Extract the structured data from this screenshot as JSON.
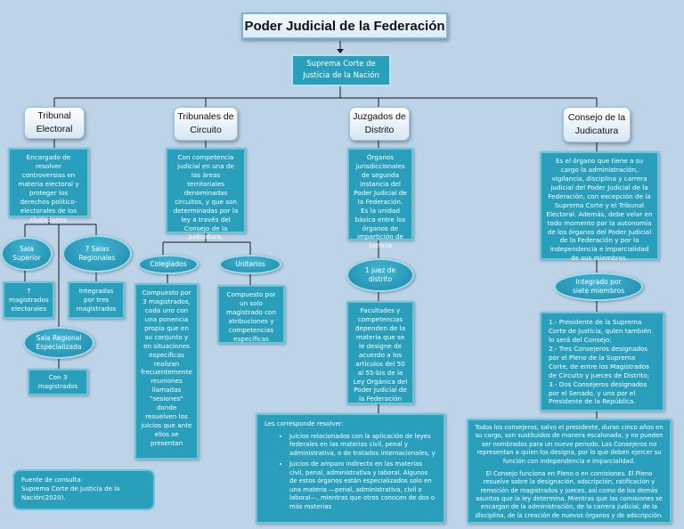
{
  "title": "Poder Judicial de la Federación",
  "suprema": "Suprema Corte de Justicia de la Nación",
  "branches": {
    "tribunal_electoral": {
      "header": "Tribunal Electoral",
      "desc": "Encargado de resolver controversias en materia electoral y proteger los derechos político-electorales de los ciudadanos",
      "sala_superior": "Sala Superior",
      "sala_superior_desc": "7 magistrados electorales",
      "salas_regionales": "7 Salas Regionales",
      "salas_regionales_desc": "Integradas por tres magistrados",
      "sala_especializada": "Sala Regional Especializada",
      "sala_especializada_desc": "Con 3 magistrados"
    },
    "tribunales_circuito": {
      "header": "Tribunales de Circuito",
      "desc": "Con competencia judicial en una de las áreas territoriales denominadas circuitos, y que son determinadas por la ley a través del Consejo de la Judicatura.",
      "colegiados": "Colegiados",
      "colegiados_desc": "Compuesto por 3 magistrados, cada uno con una ponencia propia que en su conjunto y en situaciones específicas realizan frecuentemente reuniones llamadas \"sesiones\" donde resuelven los juicios que ante ellos se presentan",
      "unitarios": "Unitarios",
      "unitarios_desc": "Compuesto por un solo magistrado con atribuciones y competencias específicas"
    },
    "juzgados_distrito": {
      "header": "Juzgados de Distrito",
      "desc": "Órganos jurisdiccionales de segunda instancia del Poder Judicial de la Federación. Es la unidad básica entre los órganos de impartición de justicia",
      "juez": "1 juez de distrito",
      "juez_desc": "Facultades y competencias dependen de la materia que se le designe de acuerdo a los artículos del 50 al 55-bis de la Ley Orgánica del Poder Judicial de la Federación",
      "corresponde_intro": "Les corresponde resolver:",
      "corresponde_items": [
        "Juicios relacionados con la aplicación de leyes federales en las materias civil, penal y administrativa, o de tratados internacionales, y",
        "Juicios de amparo indirecto en las materias civil, penal, administrativa y laboral. Algunos de estos órganos están especializados solo en una materia —penal, administrativa, civil o laboral—, mientras que otros conocen de dos o más materias"
      ]
    },
    "consejo": {
      "header": "Consejo de la Judicatura",
      "desc": "Es el órgano que tiene a su cargo la administración, vigilancia, disciplina y carrera judicial del Poder Judicial de la Federación, con excepción de la Suprema Corte y el Tribunal Electoral. Además, debe velar en todo momento por la autonomía de los órganos del Poder Judicial de la Federación y por la independencia e imparcialidad de sus miembros.",
      "integrado": "Integrado por siete miembros",
      "miembros": [
        "1.- Presidente de la Suprema Corte de Justicia, quien también lo será del Consejo;",
        "2.- Tres Consejeros designados por el Pleno de la Suprema Corte, de entre los Magistrados de Circuito y Jueces de Distrito;",
        "3.- Dos Consejeros designados por el Senado, y uno por el Presidente de la República."
      ],
      "bottom_p1": "Todos los consejeros, salvo el presidente, duran cinco años en su cargo, son sustituidos de manera escalonada, y no pueden ser nombrados para un nuevo periodo. Los Consejeros no representan a quien los designa, por lo que deben ejercer su función con independencia e imparcialidad.",
      "bottom_p2": "El Consejo funciona en Pleno o en comisiones. El Pleno resuelve sobre la designación, adscripción, ratificación y remoción de magistrados y jueces, así como de los demás asuntos que la ley determina. Mientras que las comisiones se encargan de la administración, de la carrera judicial, de la disciplina, de la creación de nuevos órganos y de adscripción."
    }
  },
  "source": {
    "label": "Fuente de consulta:",
    "text": "Suprema Corte de Justicia de la Nación(2020)."
  },
  "colors": {
    "teal": "#2a9fbc",
    "background": "#bcd3e8"
  }
}
